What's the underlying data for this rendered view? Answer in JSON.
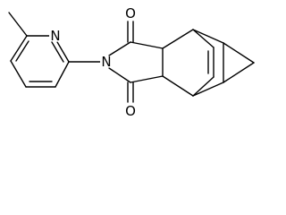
{
  "molecule": {
    "atoms": {
      "pyridine_n": "N",
      "imide_n": "N",
      "carbonyl_o_top": "O",
      "carbonyl_o_bottom": "O"
    }
  },
  "colors": {
    "bond": "#000000",
    "background": "#ffffff"
  }
}
